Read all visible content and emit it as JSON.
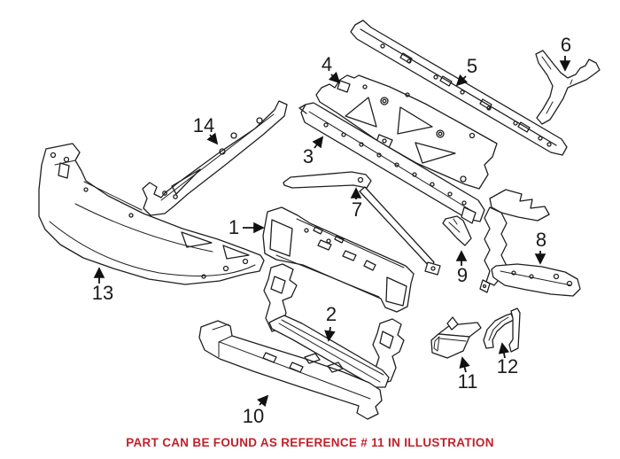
{
  "illustration": {
    "background_color": "#ffffff",
    "line_color": "#1f1f1f",
    "label_color": "#1a1a1a",
    "reference_labels": [
      "1",
      "2",
      "3",
      "4",
      "5",
      "6",
      "7",
      "8",
      "9",
      "10",
      "11",
      "12",
      "13",
      "14"
    ]
  },
  "caption": {
    "text": "PART CAN BE FOUND AS REFERENCE # 11 IN ILLUSTRATION",
    "color": "#c1202a"
  }
}
